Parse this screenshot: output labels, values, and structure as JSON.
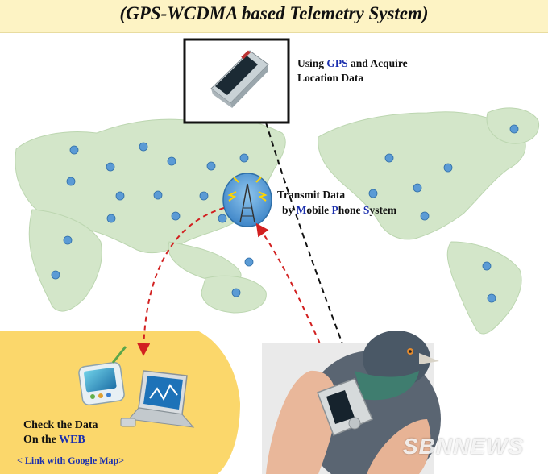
{
  "title": "(GPS-WCDMA based Telemetry System)",
  "gps_label": {
    "prefix": "Using ",
    "highlight": "GPS",
    "suffix": " and Acquire",
    "line2": "Location Data"
  },
  "transmit_label": {
    "line1": "Transmit Data",
    "prefix2": "by ",
    "hl1": "M",
    "mid1": "obile ",
    "hl2": "P",
    "mid2": "hone ",
    "hl3": "S",
    "end": "ystem"
  },
  "web_label": {
    "line1": "Check the Data",
    "prefix2": "On the ",
    "highlight": "WEB",
    "link": "< Link with Google Map>"
  },
  "watermark": "SBNNEWS",
  "colors": {
    "title_bg": "#fdf3c4",
    "panel_yellow": "#fbd76b",
    "map_green": "#d3e6c9",
    "highlight_blue": "#1b2fae",
    "arrow_red": "#d22020",
    "arrow_black": "#111111",
    "marker_blue": "#5b9bd5"
  }
}
